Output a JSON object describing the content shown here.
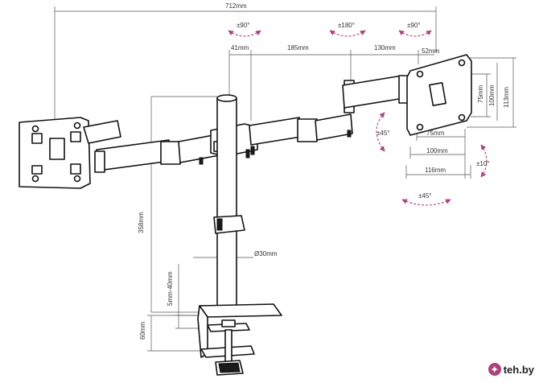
{
  "colors": {
    "accent": "#b0407e",
    "line": "#111111",
    "dim": "#555555"
  },
  "dimensions": {
    "total_width": "712mm",
    "arm_seg_a": "41mm",
    "arm_seg_b": "185mm",
    "arm_seg_c": "130mm",
    "plate_offset": "52mm",
    "height": "358mm",
    "pole_diameter": "Ø30mm",
    "clamp_range": "5mm-40mm",
    "clamp_height": "60mm",
    "vesa_h1": "75mm",
    "vesa_h2": "100mm",
    "plate_h": "116mm",
    "vesa_v1": "75mm",
    "vesa_v2": "100mm",
    "plate_v": "113mm"
  },
  "rotations": {
    "tilt_left": "±90°",
    "swivel_center": "±180°",
    "tilt_right": "±90°",
    "rotate_side": "±45°",
    "tilt_plate": "±10°",
    "rotate_bottom": "±45°"
  },
  "watermark": {
    "text": "teh.by",
    "icon": "lightbulb-icon"
  }
}
